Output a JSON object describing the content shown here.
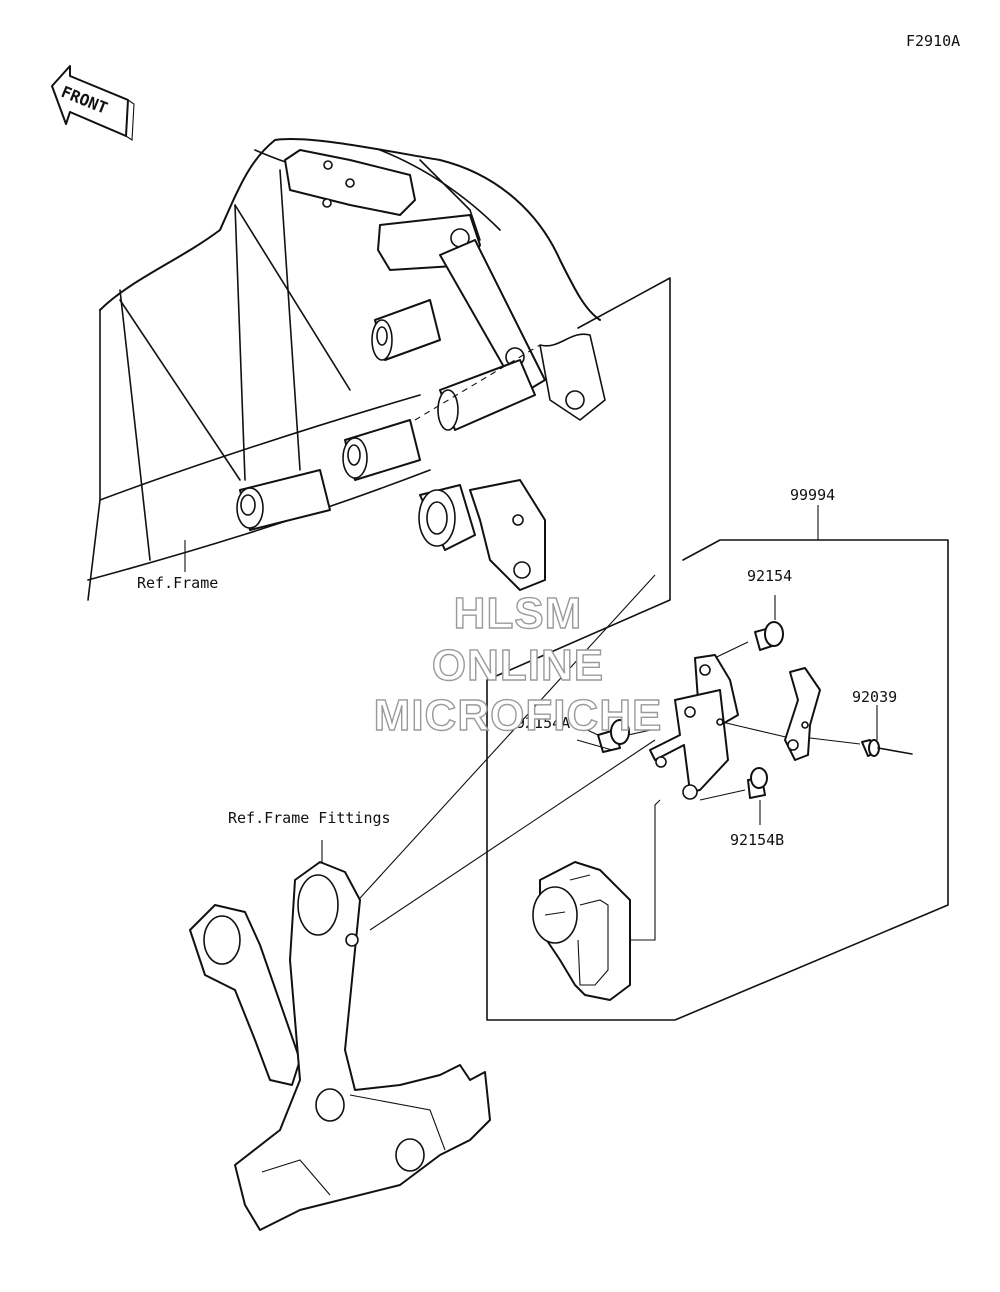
{
  "diagram_code": "F2910A",
  "front_arrow_label": "FRONT",
  "watermark": {
    "line1": "HLSM",
    "line2": "ONLINE",
    "line3": "MICROFICHE"
  },
  "labels": {
    "ref_frame": "Ref.Frame",
    "ref_frame_fittings": "Ref.Frame Fittings",
    "kit": "99994",
    "bolt_a": "92154",
    "bolt_b": "92154A",
    "bolt_c": "92154B",
    "pin": "92039"
  }
}
